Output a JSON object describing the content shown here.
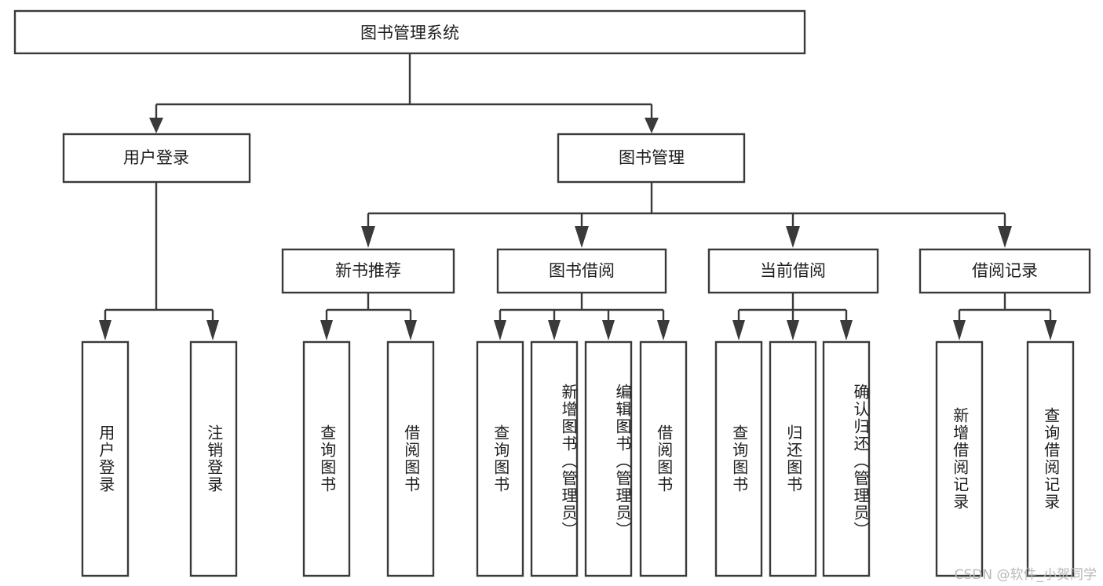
{
  "diagram": {
    "title": "图书管理系统",
    "type": "tree",
    "watermark": "CSDN @软件_小贺同学",
    "root": {
      "label": "图书管理系统"
    },
    "level2": [
      {
        "label": "用户登录"
      },
      {
        "label": "图书管理"
      }
    ],
    "level3": [
      {
        "label": "新书推荐"
      },
      {
        "label": "图书借阅"
      },
      {
        "label": "当前借阅"
      },
      {
        "label": "借阅记录"
      }
    ],
    "leaves": [
      {
        "label": "用户登录",
        "parent": "用户登录"
      },
      {
        "label": "注销登录",
        "parent": "用户登录"
      },
      {
        "label": "查询图书",
        "parent": "新书推荐"
      },
      {
        "label": "借阅图书",
        "parent": "新书推荐"
      },
      {
        "label": "查询图书",
        "parent": "图书借阅"
      },
      {
        "label": "新增图书（管理员）",
        "parent": "图书借阅"
      },
      {
        "label": "编辑图书（管理员）",
        "parent": "图书借阅"
      },
      {
        "label": "借阅图书",
        "parent": "图书借阅"
      },
      {
        "label": "查询图书",
        "parent": "当前借阅"
      },
      {
        "label": "归还图书",
        "parent": "当前借阅"
      },
      {
        "label": "确认归还（管理员）",
        "parent": "当前借阅"
      },
      {
        "label": "新增借阅记录",
        "parent": "借阅记录"
      },
      {
        "label": "查询借阅记录",
        "parent": "借阅记录"
      }
    ],
    "colors": {
      "stroke": "#3a3a3a",
      "fill": "#ffffff",
      "text": "#1d1d1d",
      "watermark": "#b8b8b8"
    }
  }
}
